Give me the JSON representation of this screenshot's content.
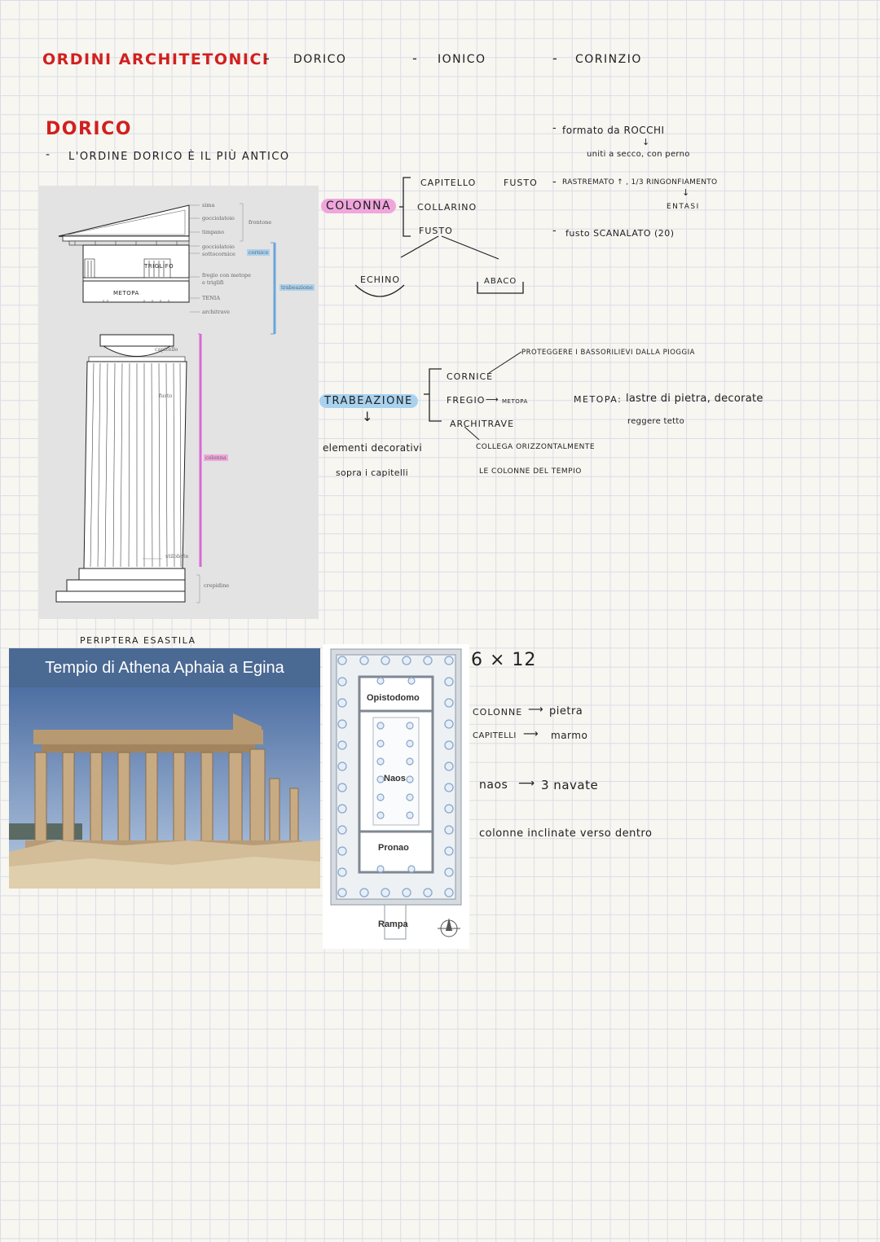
{
  "header": {
    "title": "ORDINI ARCHITETONICI",
    "dash1": "-",
    "order1": "DORICO",
    "dash2": "-",
    "order2": "IONICO",
    "dash3": "-",
    "order3": "CORINZIO"
  },
  "section": {
    "title": "DORICO",
    "intro_dash": "-",
    "intro": "L'ORDINE DORICO È IL PIÙ ANTICO"
  },
  "column_diagram": {
    "labels": {
      "sima": "sima",
      "gocciolatoio": "gocciolatoio",
      "timpano": "timpano",
      "frontone": "frontone",
      "gocciolatoio2": "gocciolatoio",
      "sottocornice": "sottocornice",
      "cornice": "cornice",
      "fregio": "fregio con metope",
      "triglifi": "e triglifi",
      "trabeazione": "trabeazione",
      "tenia": "TENIA",
      "architrave": "architrave",
      "capitello": "capitello",
      "fusto": "fusto",
      "colonna": "colonna",
      "stilobate": "stilobate",
      "crepidine": "crepidine",
      "triglifo_note": "TRIGLIFO",
      "metopa_note": "METOPA"
    }
  },
  "notes": {
    "colonna": {
      "label": "COLONNA",
      "parts": [
        "CAPITELLO",
        "COLLARINO",
        "FUSTO"
      ],
      "echino": "ECHINO",
      "abaco": "ABACO"
    },
    "fusto": {
      "label": "FUSTO",
      "line1_dash": "-",
      "line1": "formato da ROCCHI",
      "line1b": "uniti a secco, con perno",
      "line2_dash": "-",
      "line2": "RASTREMATO ↑ , 1/3 RINGONFIAMENTO",
      "entasi": "ENTASI",
      "line3_dash": "-",
      "line3": "fusto SCANALATO (20)"
    },
    "trabeazione": {
      "label": "TRABEAZIONE",
      "desc1": "elementi decorativi",
      "desc2": "sopra i capitelli",
      "parts": [
        "CORNICE",
        "FREGIO",
        "ARCHITRAVE"
      ],
      "fregio_arrow": "METOPA",
      "cornice_note": "PROTEGGERE I BASSORILIEVI DALLA PIOGGIA",
      "metopa_def_label": "METOPA:",
      "metopa_def1": "lastre di pietra, decorate",
      "metopa_def2": "reggere tetto",
      "architrave_note1": "COLLEGA ORIZZONTALMENTE",
      "architrave_note2": "LE COLONNE DEL TEMPIO"
    }
  },
  "temple": {
    "caption": "PERIPTERA ESASTILA",
    "photo_title": "Tempio di Athena Aphaia a Egina",
    "plan_labels": {
      "opistodomo": "Opistodomo",
      "naos": "Naos",
      "pronao": "Pronao",
      "rampa": "Rampa"
    },
    "notes": {
      "grid": "6 × 12",
      "colonne": "COLONNE",
      "colonne_val": "pietra",
      "capitelli": "CAPITELLI",
      "capitelli_val": "marmo",
      "naos": "naos",
      "naos_val": "3 navate",
      "inclinate": "colonne inclinate verso dentro"
    }
  },
  "colors": {
    "title_red": "#d21f1f",
    "highlight_pink": "#f0a6dc",
    "highlight_blue": "#a9d2ef",
    "diagram_pink": "#d86ad2",
    "diagram_blue": "#6aa6d8",
    "photo_banner": "#4a6993"
  }
}
